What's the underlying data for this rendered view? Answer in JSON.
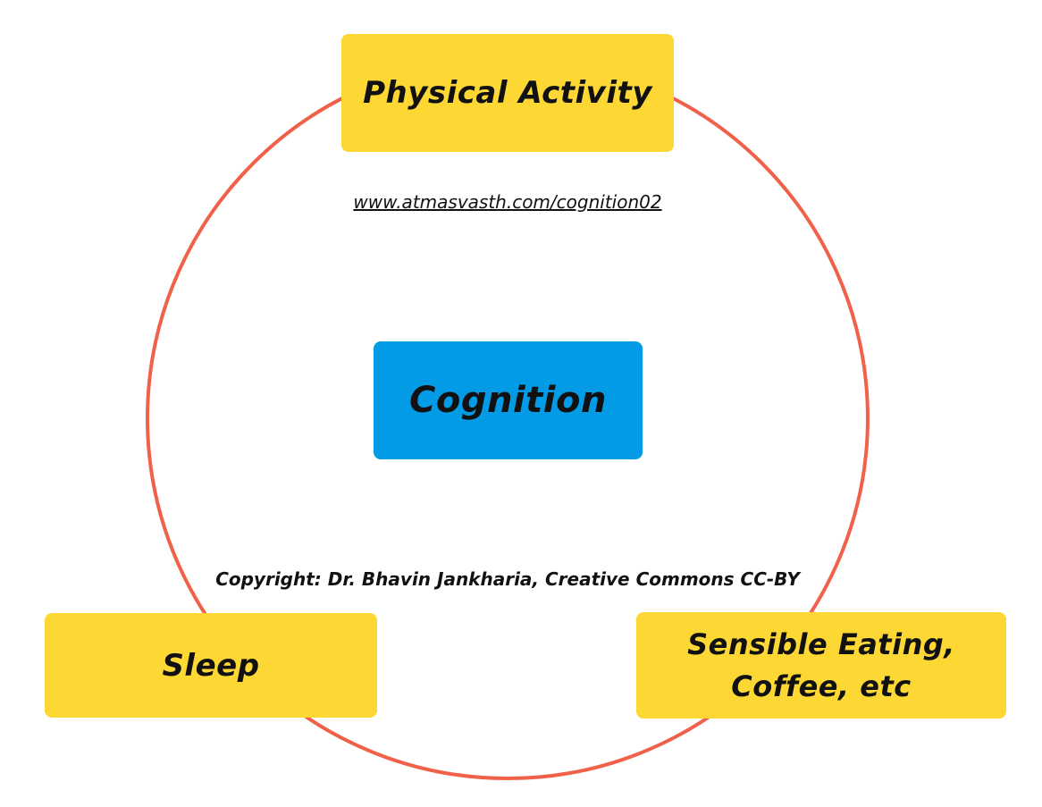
{
  "colors": {
    "ring": "#f0614a",
    "highlight_box": "#fdd835",
    "center_box": "#039be5",
    "text": "#111111",
    "background": "#ffffff"
  },
  "nodes": {
    "top": "Physical Activity",
    "center": "Cognition",
    "bottom_left": "Sleep",
    "bottom_right_line1": "Sensible Eating,",
    "bottom_right_line2": "Coffee, etc"
  },
  "link": "www.atmasvasth.com/cognition02",
  "copyright": "Copyright: Dr. Bhavin Jankharia, Creative Commons CC-BY"
}
